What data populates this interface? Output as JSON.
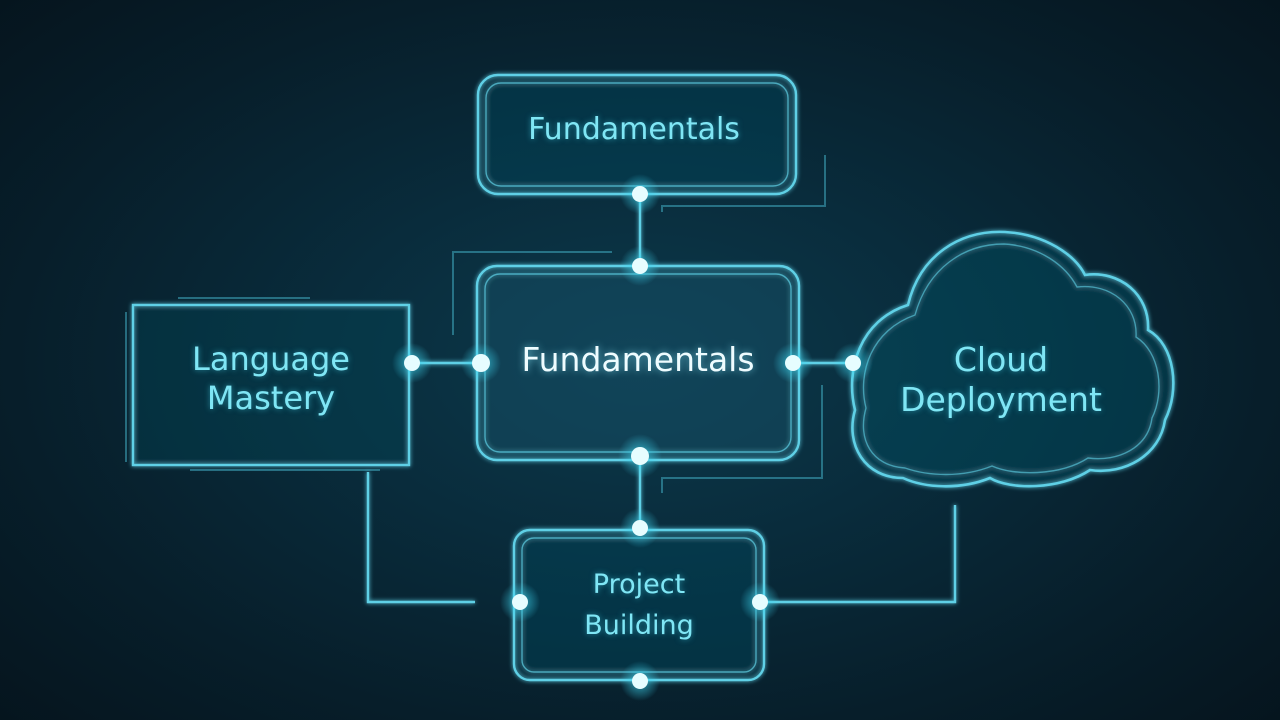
{
  "diagram": {
    "nodes": [
      {
        "id": "top",
        "lines": [
          "Fundamentals"
        ],
        "shape": "rounded-rect"
      },
      {
        "id": "center",
        "lines": [
          "Fundamentals"
        ],
        "shape": "rounded-rect"
      },
      {
        "id": "left",
        "lines": [
          "Language",
          "Mastery"
        ],
        "shape": "rect"
      },
      {
        "id": "right",
        "lines": [
          "Cloud",
          "Deployment"
        ],
        "shape": "cloud"
      },
      {
        "id": "bottom",
        "lines": [
          "Project",
          "Building"
        ],
        "shape": "rounded-rect"
      }
    ],
    "edges": [
      {
        "from": "top",
        "to": "center"
      },
      {
        "from": "left",
        "to": "center"
      },
      {
        "from": "center",
        "to": "right"
      },
      {
        "from": "center",
        "to": "bottom"
      },
      {
        "from": "left",
        "to": "bottom"
      },
      {
        "from": "right",
        "to": "bottom"
      }
    ],
    "colors": {
      "background": "#071e2a",
      "line": "#5fd0e6",
      "glow": "#3fd8f2",
      "label": "#7fe6f5",
      "center_label": "#eefcff"
    }
  }
}
